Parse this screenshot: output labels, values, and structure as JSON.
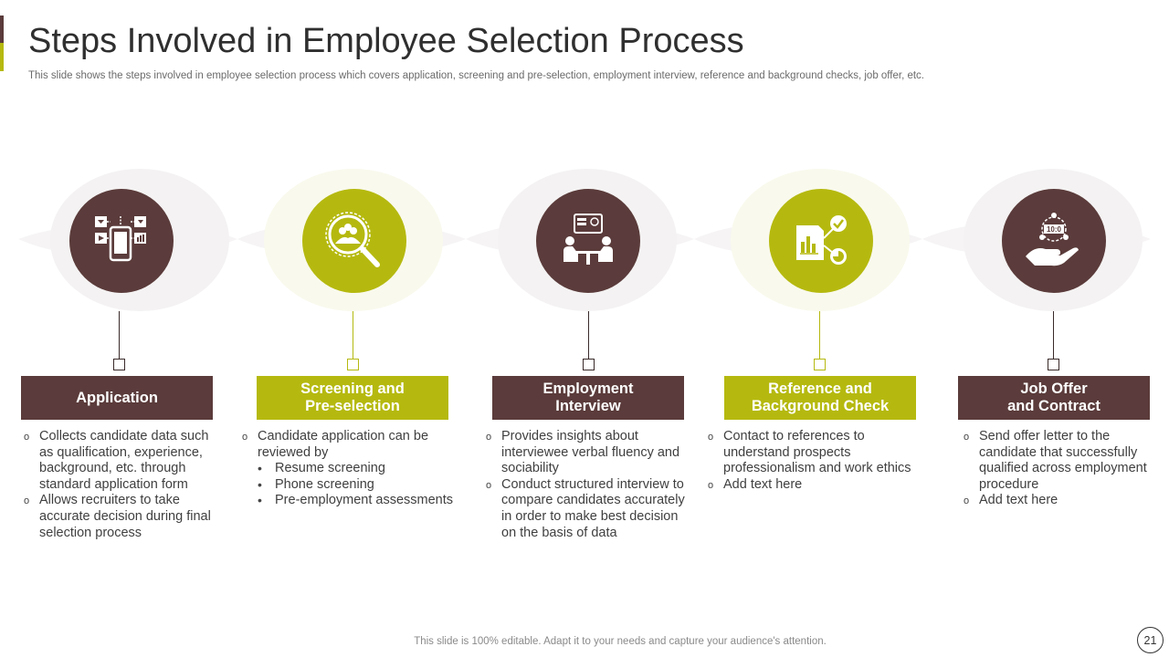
{
  "header": {
    "title": "Steps Involved in Employee Selection Process",
    "subtitle": "This slide shows the steps involved in employee selection process which covers application, screening and pre-selection, employment interview, reference and background checks, job offer, etc."
  },
  "colors": {
    "brown": "#5b3b3b",
    "olive": "#b5b90f"
  },
  "steps": [
    {
      "icon": "mobile-apps-icon",
      "label": [
        "Application"
      ],
      "bullets": [
        "Collects candidate data such as qualification, experience, background, etc. through standard application form",
        "Allows recruiters to take accurate decision during final selection process"
      ]
    },
    {
      "icon": "people-search-icon",
      "label": [
        "Screening and",
        "Pre-selection"
      ],
      "bullets": [
        "Candidate application can be reviewed by"
      ],
      "sub_bullets": [
        "Resume screening",
        "Phone screening",
        "Pre-employment assessments"
      ]
    },
    {
      "icon": "interview-meeting-icon",
      "label": [
        "Employment",
        "Interview"
      ],
      "bullets": [
        "Provides insights about interviewee verbal fluency and sociability",
        "Conduct structured interview to compare candidates accurately in order to make best decision on the basis of data"
      ]
    },
    {
      "icon": "report-check-icon",
      "label": [
        "Reference and",
        "Background Check"
      ],
      "bullets": [
        "Contact to references to understand prospects professionalism and work ethics",
        "Add text here"
      ]
    },
    {
      "icon": "hand-offer-icon",
      "label": [
        "Job Offer",
        "and Contract"
      ],
      "bullets": [
        "Send offer letter to the candidate that successfully qualified across employment procedure",
        "Add text here"
      ]
    }
  ],
  "footer": {
    "note": "This slide is 100% editable. Adapt it to your needs and capture your audience's attention.",
    "page_number": "21"
  }
}
